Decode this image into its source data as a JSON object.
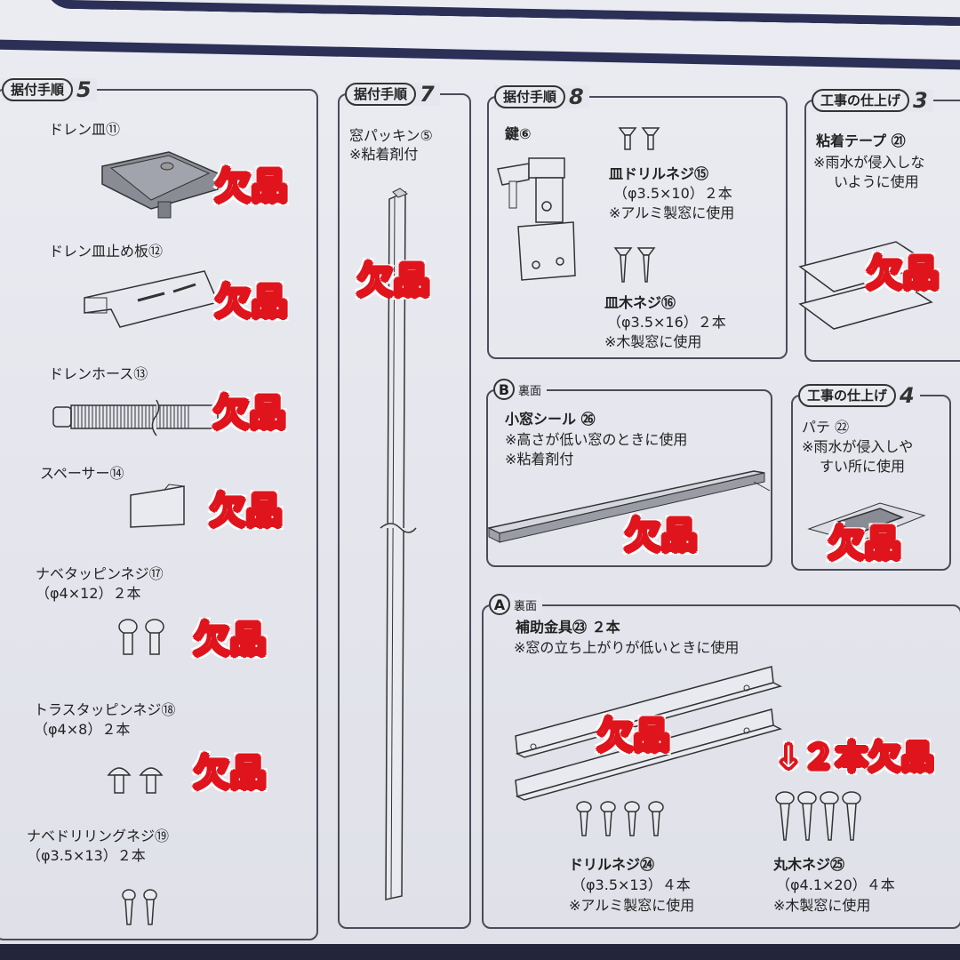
{
  "colors": {
    "missing_label": "#e0141c",
    "frame": "#2c3057",
    "panel_border": "#4a4c5a"
  },
  "missing_label": "欠品",
  "panels": {
    "step5": {
      "tag": "据付手順",
      "number": "5",
      "items": [
        {
          "name": "ドレン皿⑪"
        },
        {
          "name": "ドレン皿止め板⑫"
        },
        {
          "name": "ドレンホース⑬"
        },
        {
          "name": "スペーサー⑭"
        },
        {
          "name": "ナベタッピンネジ⑰",
          "spec": "（φ4×12）２本"
        },
        {
          "name": "トラスタッピンネジ⑱",
          "spec": "（φ4×8）２本"
        },
        {
          "name": "ナベドリリングネジ⑲",
          "spec": "（φ3.5×13）２本"
        }
      ]
    },
    "step7": {
      "tag": "据付手順",
      "number": "7",
      "item_name": "窓パッキン⑤",
      "note": "※粘着剤付"
    },
    "step8": {
      "tag": "据付手順",
      "number": "8",
      "lock_name": "鍵⑥",
      "screw15": {
        "name": "皿ドリルネジ⑮",
        "spec": "（φ3.5×10）２本",
        "note": "※アルミ製窓に使用"
      },
      "screw16": {
        "name": "皿木ネジ⑯",
        "spec": "（φ3.5×16）２本",
        "note": "※木製窓に使用"
      }
    },
    "finish3": {
      "tag": "工事の仕上げ",
      "number": "3",
      "item_name": "粘着テープ ㉑",
      "note_line1": "※雨水が侵入しな",
      "note_line2": "いように使用"
    },
    "backB": {
      "letter": "B",
      "sub": "裏面",
      "item_name": "小窓シール ㉖",
      "note1": "※高さが低い窓のときに使用",
      "note2": "※粘着剤付"
    },
    "finish4": {
      "tag": "工事の仕上げ",
      "number": "4",
      "item_name": "パテ ㉒",
      "note_line1": "※雨水が侵入しや",
      "note_line2": "すい所に使用"
    },
    "backA": {
      "letter": "A",
      "sub": "裏面",
      "item_name": "補助金具㉓ ２本",
      "note": "※窓の立ち上がりが低いときに使用",
      "missing_2": "↓２本欠品",
      "screw24": {
        "name": "ドリルネジ㉔",
        "spec": "（φ3.5×13）４本",
        "note": "※アルミ製窓に使用"
      },
      "screw25": {
        "name": "丸木ネジ㉕",
        "spec": "（φ4.1×20）４本",
        "note": "※木製窓に使用"
      }
    }
  }
}
